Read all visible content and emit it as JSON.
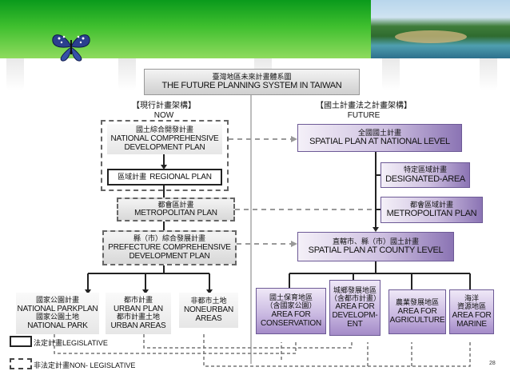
{
  "title": {
    "zh": "臺灣地區未來計畫體系圖",
    "en": "THE FUTURE PLANNING SYSTEM IN TAIWAN"
  },
  "left_header": {
    "zh": "【現行計畫架構】",
    "en": "NOW"
  },
  "right_header": {
    "zh": "【國土計畫法之計畫架構】",
    "en": "FUTURE"
  },
  "now": {
    "national": {
      "zh": "國土綜合開發計畫",
      "en1": "NATIONAL COMPREHENSIVE",
      "en2": "DEVELOPMENT PLAN"
    },
    "regional": {
      "zh": "區域計畫",
      "en": "REGIONAL PLAN"
    },
    "metro": {
      "zh": "都會區計畫",
      "en": "METROPOLITAN PLAN"
    },
    "prefecture": {
      "zh": "縣（市）綜合發展計畫",
      "en1": "PREFECTURE COMPREHENSIVE",
      "en2": "DEVELOPMENT PLAN"
    },
    "bottom": [
      {
        "l1": "國家公園計畫",
        "l2": "NATIONAL PARKPLAN",
        "l3": "國家公園土地",
        "l4": "NATIONAL PARK"
      },
      {
        "l1": "都市計畫",
        "l2": "URBAN PLAN",
        "l3": "都市計畫土地",
        "l4": "URBAN AREAS"
      },
      {
        "l1": "非都市土地",
        "l2": "NONEURBAN",
        "l3": "AREAS",
        "l4": ""
      }
    ]
  },
  "future": {
    "national": {
      "zh": "全國國土計畫",
      "en": "SPATIAL PLAN AT NATIONAL LEVEL"
    },
    "designated": {
      "zh": "特定區域計畫",
      "en": "DESIGNATED-AREA"
    },
    "metro": {
      "zh": "都會區域計畫",
      "en": "METROPOLITAN  PLAN"
    },
    "county": {
      "zh": "直轄市、縣（市）國土計畫",
      "en": "SPATIAL PLAN AT COUNTY LEVEL"
    },
    "bottom": [
      {
        "l1": "國土保育地區",
        "l2": "（含國家公園）",
        "l3": "AREA FOR",
        "l4": "CONSERVATION"
      },
      {
        "l1": "城鄉發展地區",
        "l2": "（含都市計畫）",
        "l3": "AREA FOR",
        "l4": "DEVELOPM-",
        "l5": "ENT"
      },
      {
        "l1": "農業發展地區",
        "l2": "AREA FOR",
        "l3": "AGRICULTURE"
      },
      {
        "l1": "海洋",
        "l2": "資源地區",
        "l3": "AREA FOR",
        "l4": "MARINE"
      }
    ]
  },
  "legend": {
    "legal": "法定計畫LEGISLATIVE",
    "nonlegal": "非法定計畫NON- LEGISLATIVE"
  },
  "page_number": "28",
  "colors": {
    "banner": "#2fb32a",
    "purple": "#8b74b4",
    "grey": "#d8d8d8"
  }
}
